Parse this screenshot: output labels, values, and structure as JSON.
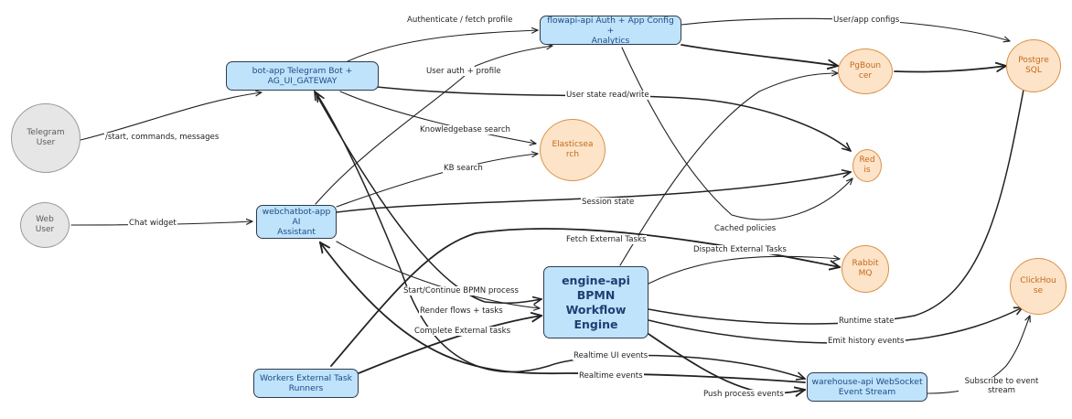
{
  "actors": {
    "telegram_user": "Telegram\nUser",
    "web_user": "Web\nUser"
  },
  "services": {
    "bot_app": "bot-app Telegram Bot +\nAG_UI_GATEWAY",
    "flowapi": "flowapi-api Auth + App Config +\nAnalytics",
    "webchatbot": "webchatbot-app AI\nAssistant",
    "engine": "engine-api BPMN\nWorkflow Engine",
    "workers": "Workers External Task\nRunners",
    "warehouse": "warehouse-api WebSocket\nEvent Stream"
  },
  "stores": {
    "postgres": "Postgre\nSQL",
    "pgbouncer": "PgBoun\ncer",
    "elasticsearch": "Elasticsea\nrch",
    "redis": "Red\nis",
    "rabbitmq": "Rabbit\nMQ",
    "clickhouse": "ClickHou\nse"
  },
  "edge_labels": {
    "authenticate": "Authenticate / fetch profile",
    "user_app_configs": "User/app configs",
    "user_auth_profile": "User auth + profile",
    "user_state": "User state read/write",
    "start_commands": "/start, commands, messages",
    "kb_search_long": "Knowledgebase search",
    "kb_search": "KB search",
    "chat_widget": "Chat widget",
    "session_state": "Session state",
    "cached_policies": "Cached policies",
    "fetch_external": "Fetch External Tasks",
    "dispatch_external": "Dispatch External Tasks",
    "start_continue": "Start/Continue BPMN process",
    "render_flows": "Render flows + tasks",
    "complete_external": "Complete External tasks",
    "runtime_state": "Runtime state",
    "emit_history": "Emit history events",
    "realtime_ui": "Realtime UI events",
    "realtime_events": "Realtime events",
    "push_process": "Push process events",
    "subscribe": "Subscribe to event\nstream"
  },
  "colors": {
    "service_fill": "#bfe3fb",
    "store_fill": "#fde3c7",
    "store_stroke": "#d8924a",
    "actor_fill": "#e6e6e6",
    "edge": "#222222"
  }
}
